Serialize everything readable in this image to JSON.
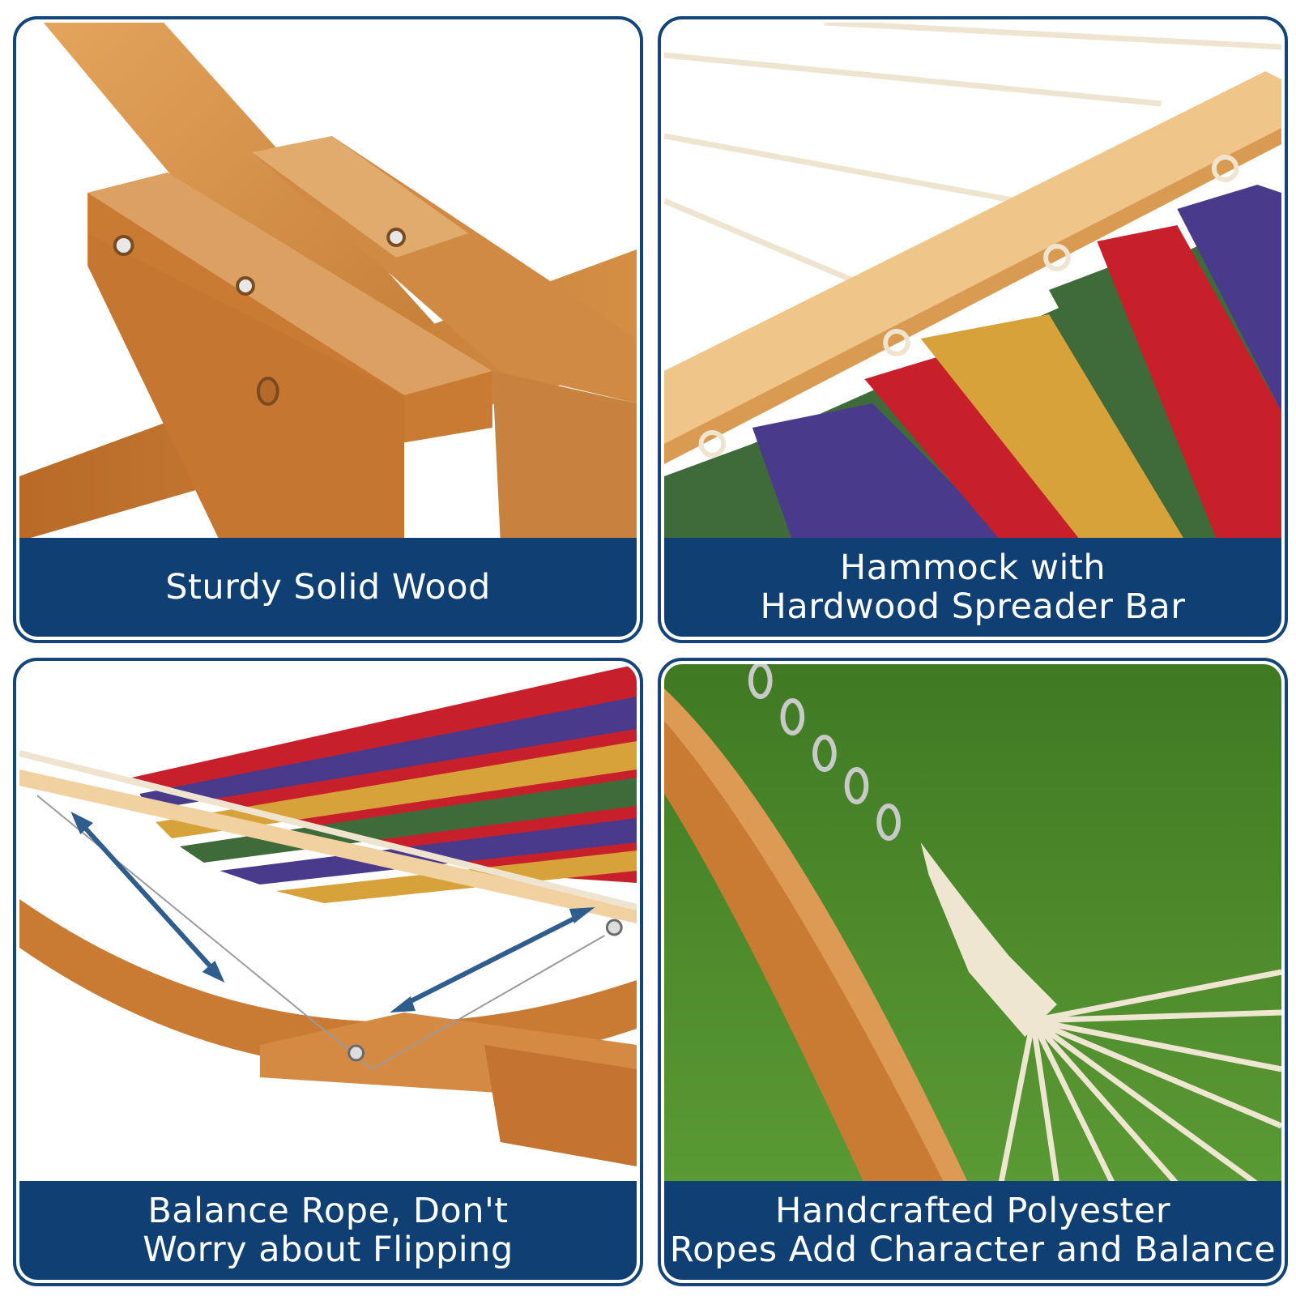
{
  "panels": [
    {
      "photo_subject": "wood-frame-joint",
      "caption_lines": [
        "Sturdy Solid Wood"
      ]
    },
    {
      "photo_subject": "spreader-bar-with-striped-fabric",
      "caption_lines": [
        "Hammock with",
        "Hardwood Spreader Bar"
      ]
    },
    {
      "photo_subject": "balance-rope-arrows",
      "caption_lines": [
        "Balance Rope, Don't",
        "Worry about Flipping"
      ]
    },
    {
      "photo_subject": "chain-and-rope-over-grass",
      "caption_lines": [
        "Handcrafted Polyester",
        "Ropes Add Character and Balance"
      ]
    }
  ],
  "colors": {
    "border": "#14447a",
    "caption_bg": "#0f3f73",
    "caption_text": "#ffffff",
    "wood_light": "#d9984f",
    "wood_dark": "#b96d2a",
    "grass": "#4f8a2c",
    "stripe_red": "#c8202b",
    "stripe_purple": "#4a3a8c",
    "stripe_green": "#3f6b3a",
    "stripe_yellow": "#d8a23a",
    "rope": "#efe6d2",
    "arrow": "#2f5e8e"
  }
}
